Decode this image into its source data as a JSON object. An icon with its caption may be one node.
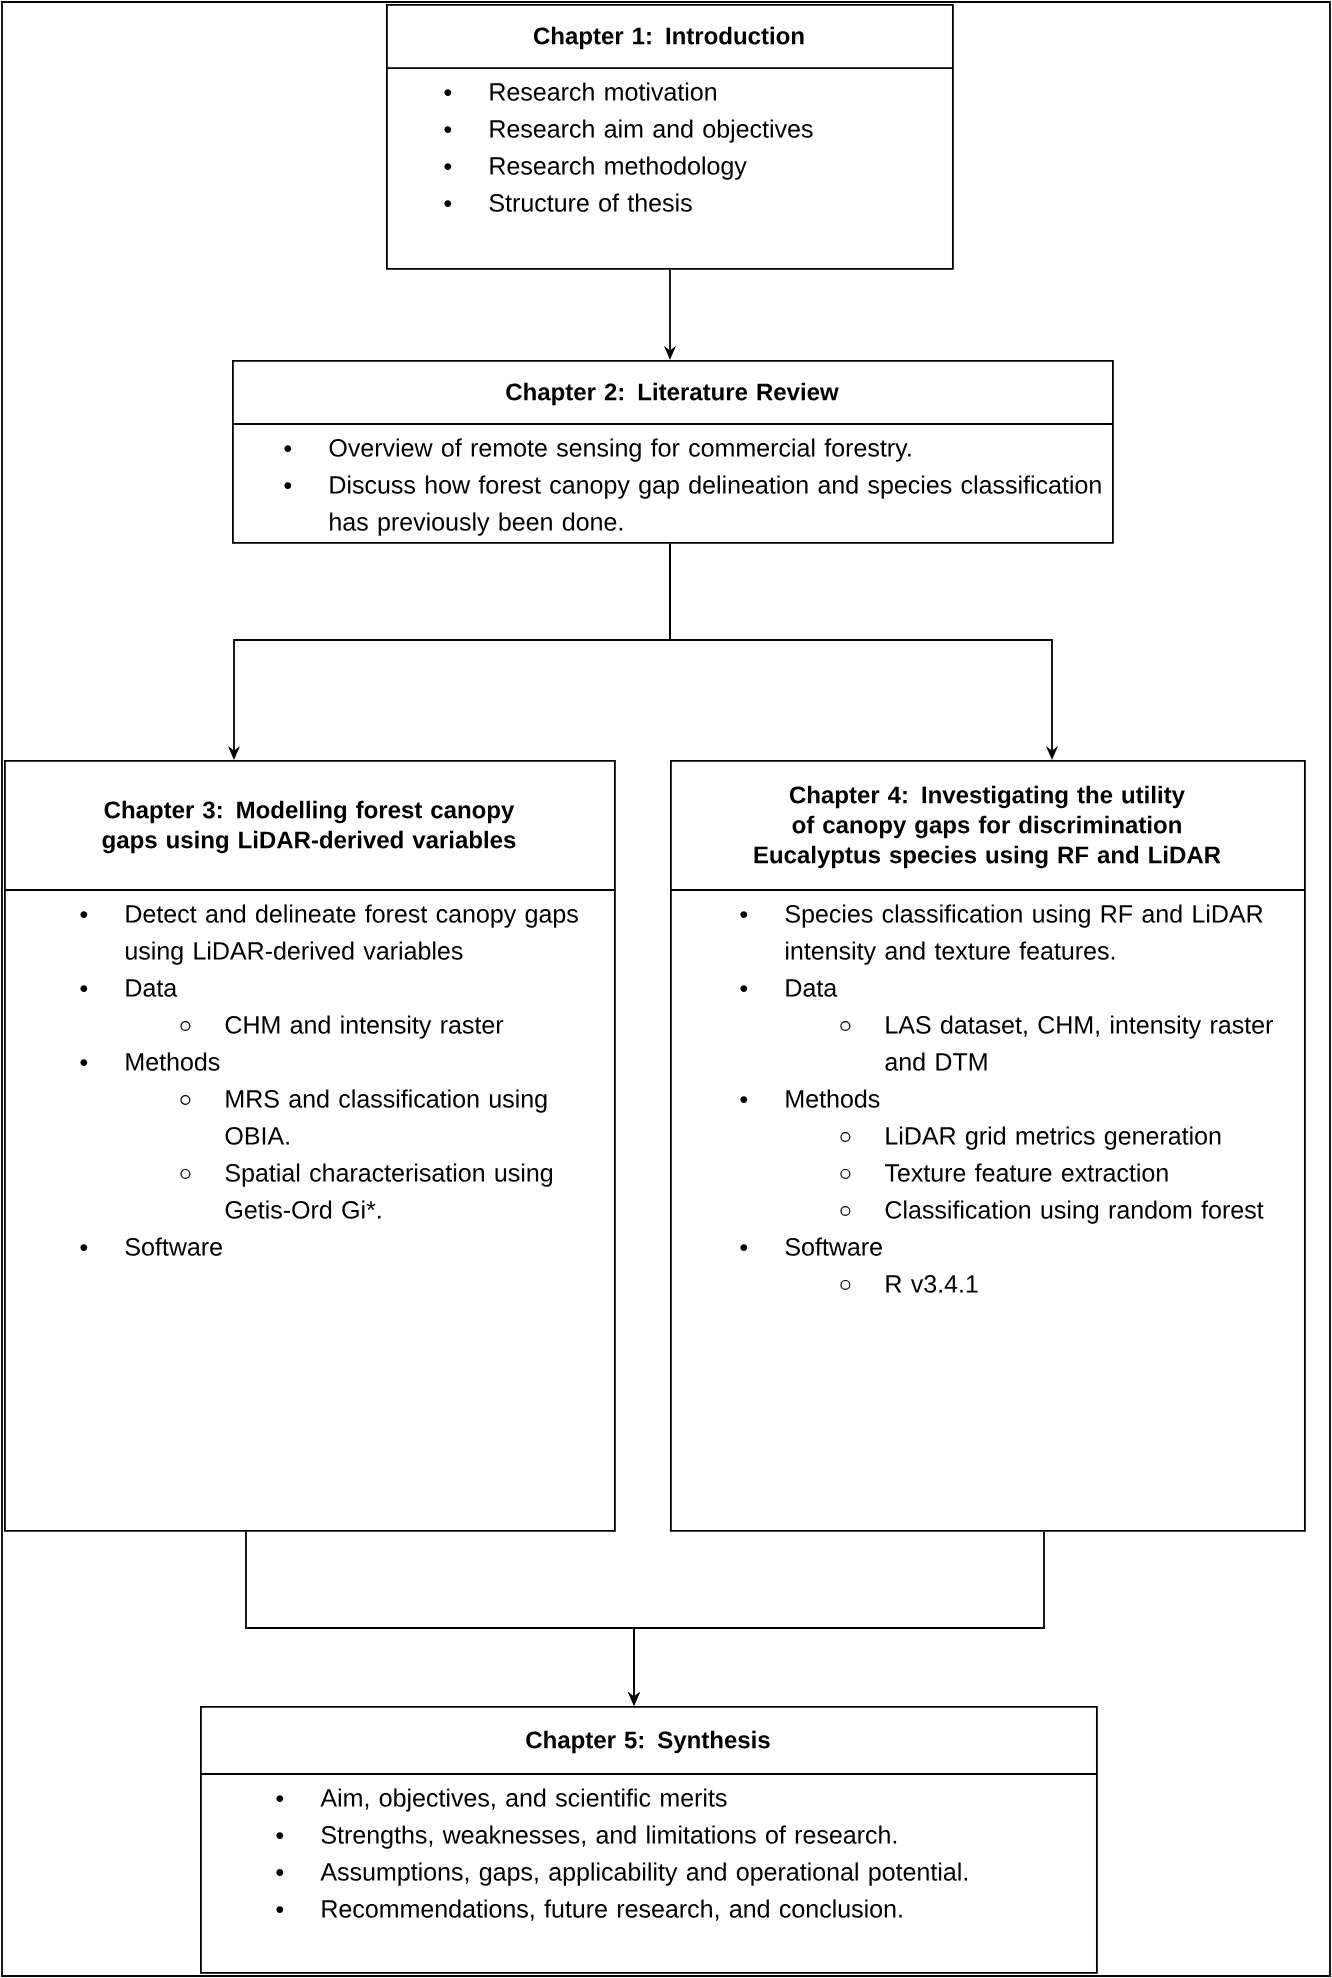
{
  "diagram": {
    "nodes": [
      {
        "text": [
          "Chapter 1: Introduction",
          "Research motivation",
          "Research aim and objectives",
          "Research methodology",
          "Structure of thesis"
        ]
      },
      {
        "text": [
          "Chapter 2: Literature Review",
          "Overview of remote sensing for commercial forestry.",
          "Discuss how forest canopy gap delineation and species classification has previously been done."
        ]
      },
      {
        "text": [
          "Chapter 3: Modelling forest canopy gaps using LiDAR-derived variables",
          "Detect and delineate forest canopy gaps using LiDAR-derived variables",
          "Data",
          "CHM and intensity raster",
          "Methods",
          "MRS and classification using OBIA.",
          "Spatial characterisation using Getis-Ord Gi*.",
          "Software"
        ]
      },
      {
        "text": [
          "Chapter 4: Investigating the utility of canopy gaps for discrimination Eucalyptus species using RF and LiDAR",
          "Species classification using RF and LiDAR intensity and texture features.",
          "Data",
          "LAS dataset, CHM, intensity raster and DTM",
          "Methods",
          "LiDAR grid metrics generation",
          "Texture feature extraction",
          "Classification using random forest",
          "Software",
          "R v3.4.1"
        ]
      },
      {
        "text": [
          "Chapter 5: Synthesis",
          "Aim, objectives, and scientific merits",
          "Strengths, weaknesses, and limitations of research.",
          "Assumptions, gaps, applicability and operational potential.",
          "Recommendations, future research, and conclusion."
        ]
      }
    ],
    "edges": [
      {
        "from": 0,
        "to": 1,
        "arrow": "to"
      },
      {
        "from": 1,
        "to": 2,
        "arrow": "to"
      },
      {
        "from": 1,
        "to": 3,
        "arrow": "to"
      },
      {
        "from": 2,
        "to": 4,
        "arrow": "to"
      },
      {
        "from": 3,
        "to": 4,
        "arrow": "to"
      }
    ]
  }
}
